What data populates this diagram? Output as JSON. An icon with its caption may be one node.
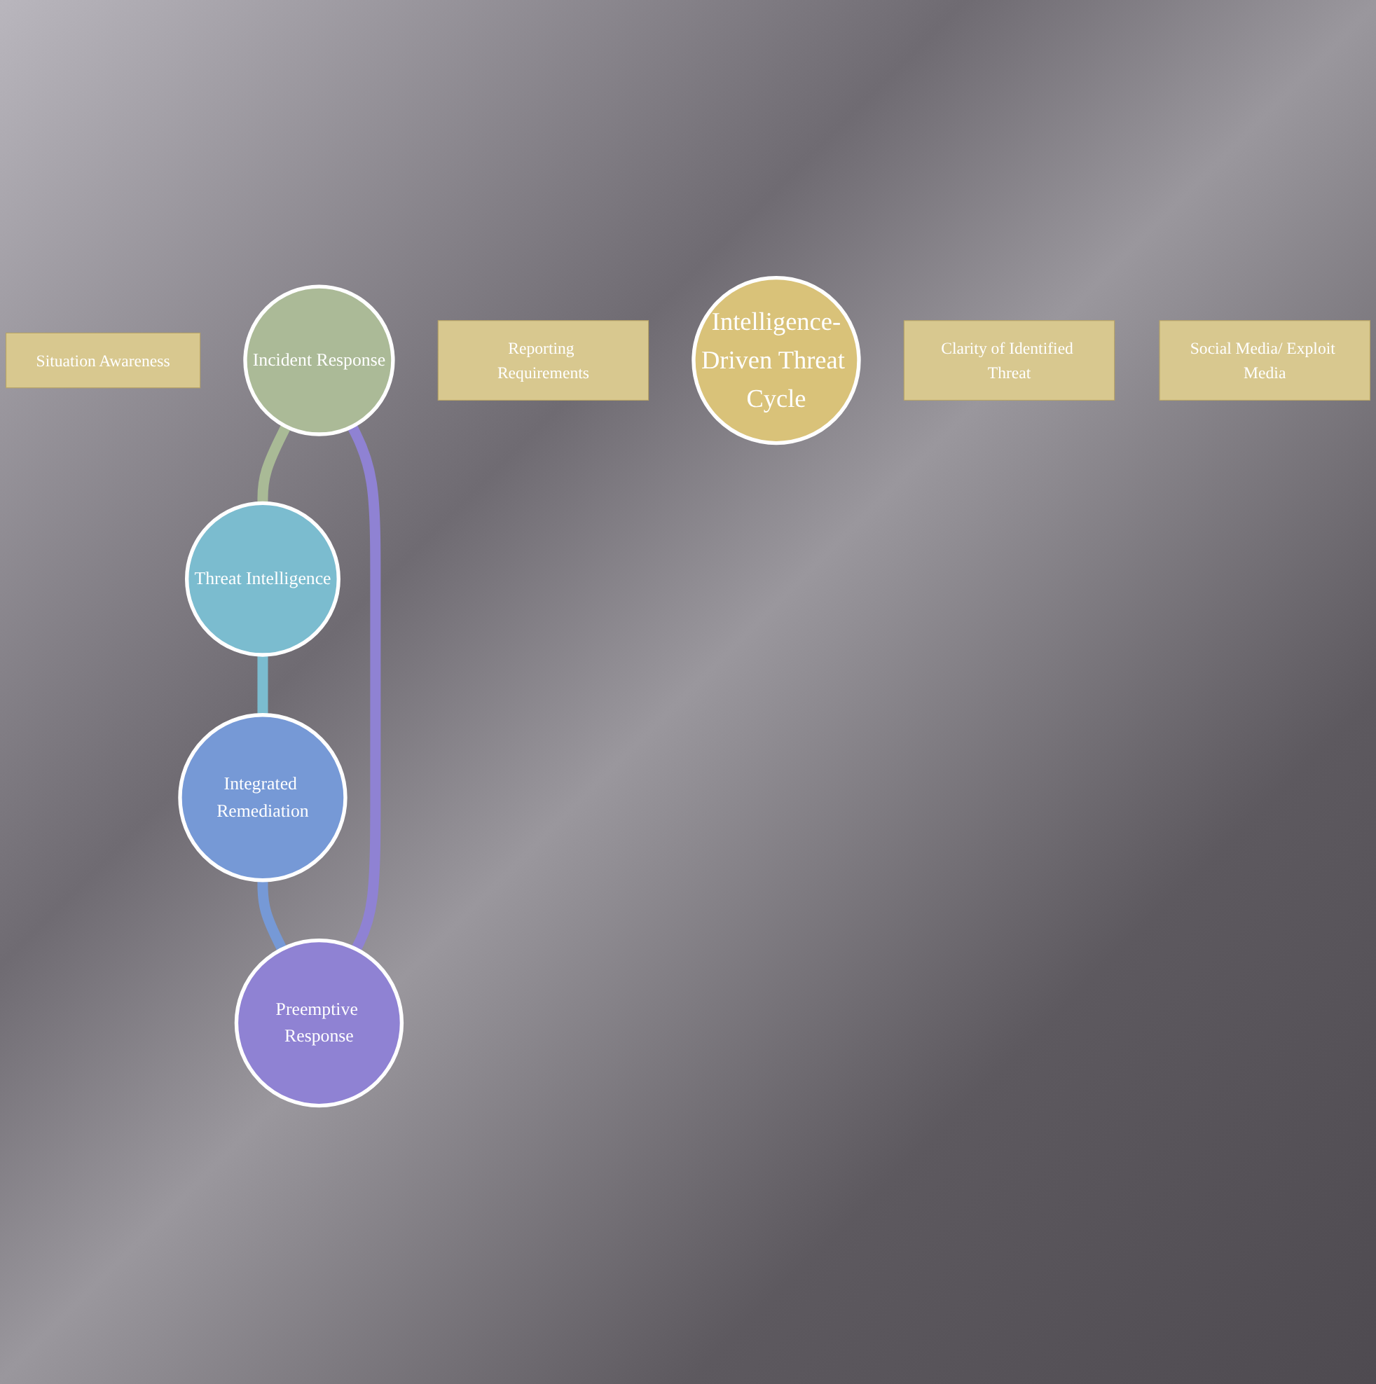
{
  "diagram": {
    "nodes": [
      {
        "text": [
          "Situation Awareness"
        ]
      },
      {
        "text": [
          "Incident Response"
        ]
      },
      {
        "text": [
          "Reporting Requirements"
        ]
      },
      {
        "text": [
          "Intelligence-Driven Threat Cycle"
        ]
      },
      {
        "text": [
          "Preemptive Response"
        ]
      },
      {
        "text": [
          "Threat Intelligence"
        ]
      },
      {
        "text": [
          "Clarity of Identified Threat"
        ]
      },
      {
        "text": [
          "Integrated Remediation"
        ]
      },
      {
        "text": [
          "Social Media/ Exploit Media"
        ]
      }
    ],
    "edges": [
      {
        "from": 1,
        "to": 5,
        "arrow": "none",
        "color": "#a9ba96"
      },
      {
        "from": 5,
        "to": 7,
        "arrow": "none",
        "color": "#7bbccf"
      },
      {
        "from": 7,
        "to": 4,
        "arrow": "none",
        "color": "#7699d6"
      },
      {
        "from": 4,
        "to": 1,
        "arrow": "none",
        "color": "#8f82d3"
      }
    ]
  }
}
